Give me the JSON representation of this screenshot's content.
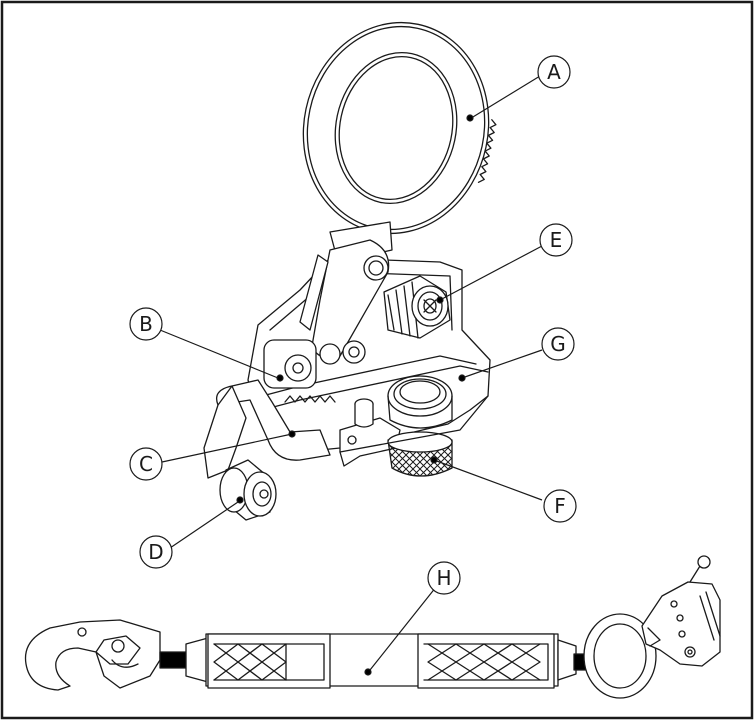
{
  "labels": {
    "A": "A",
    "B": "B",
    "C": "C",
    "D": "D",
    "E": "E",
    "F": "F",
    "G": "G",
    "H": "H"
  },
  "colors": {
    "line": "#1a1a1a",
    "background": "#ffffff",
    "fill_dark": "#000000"
  }
}
